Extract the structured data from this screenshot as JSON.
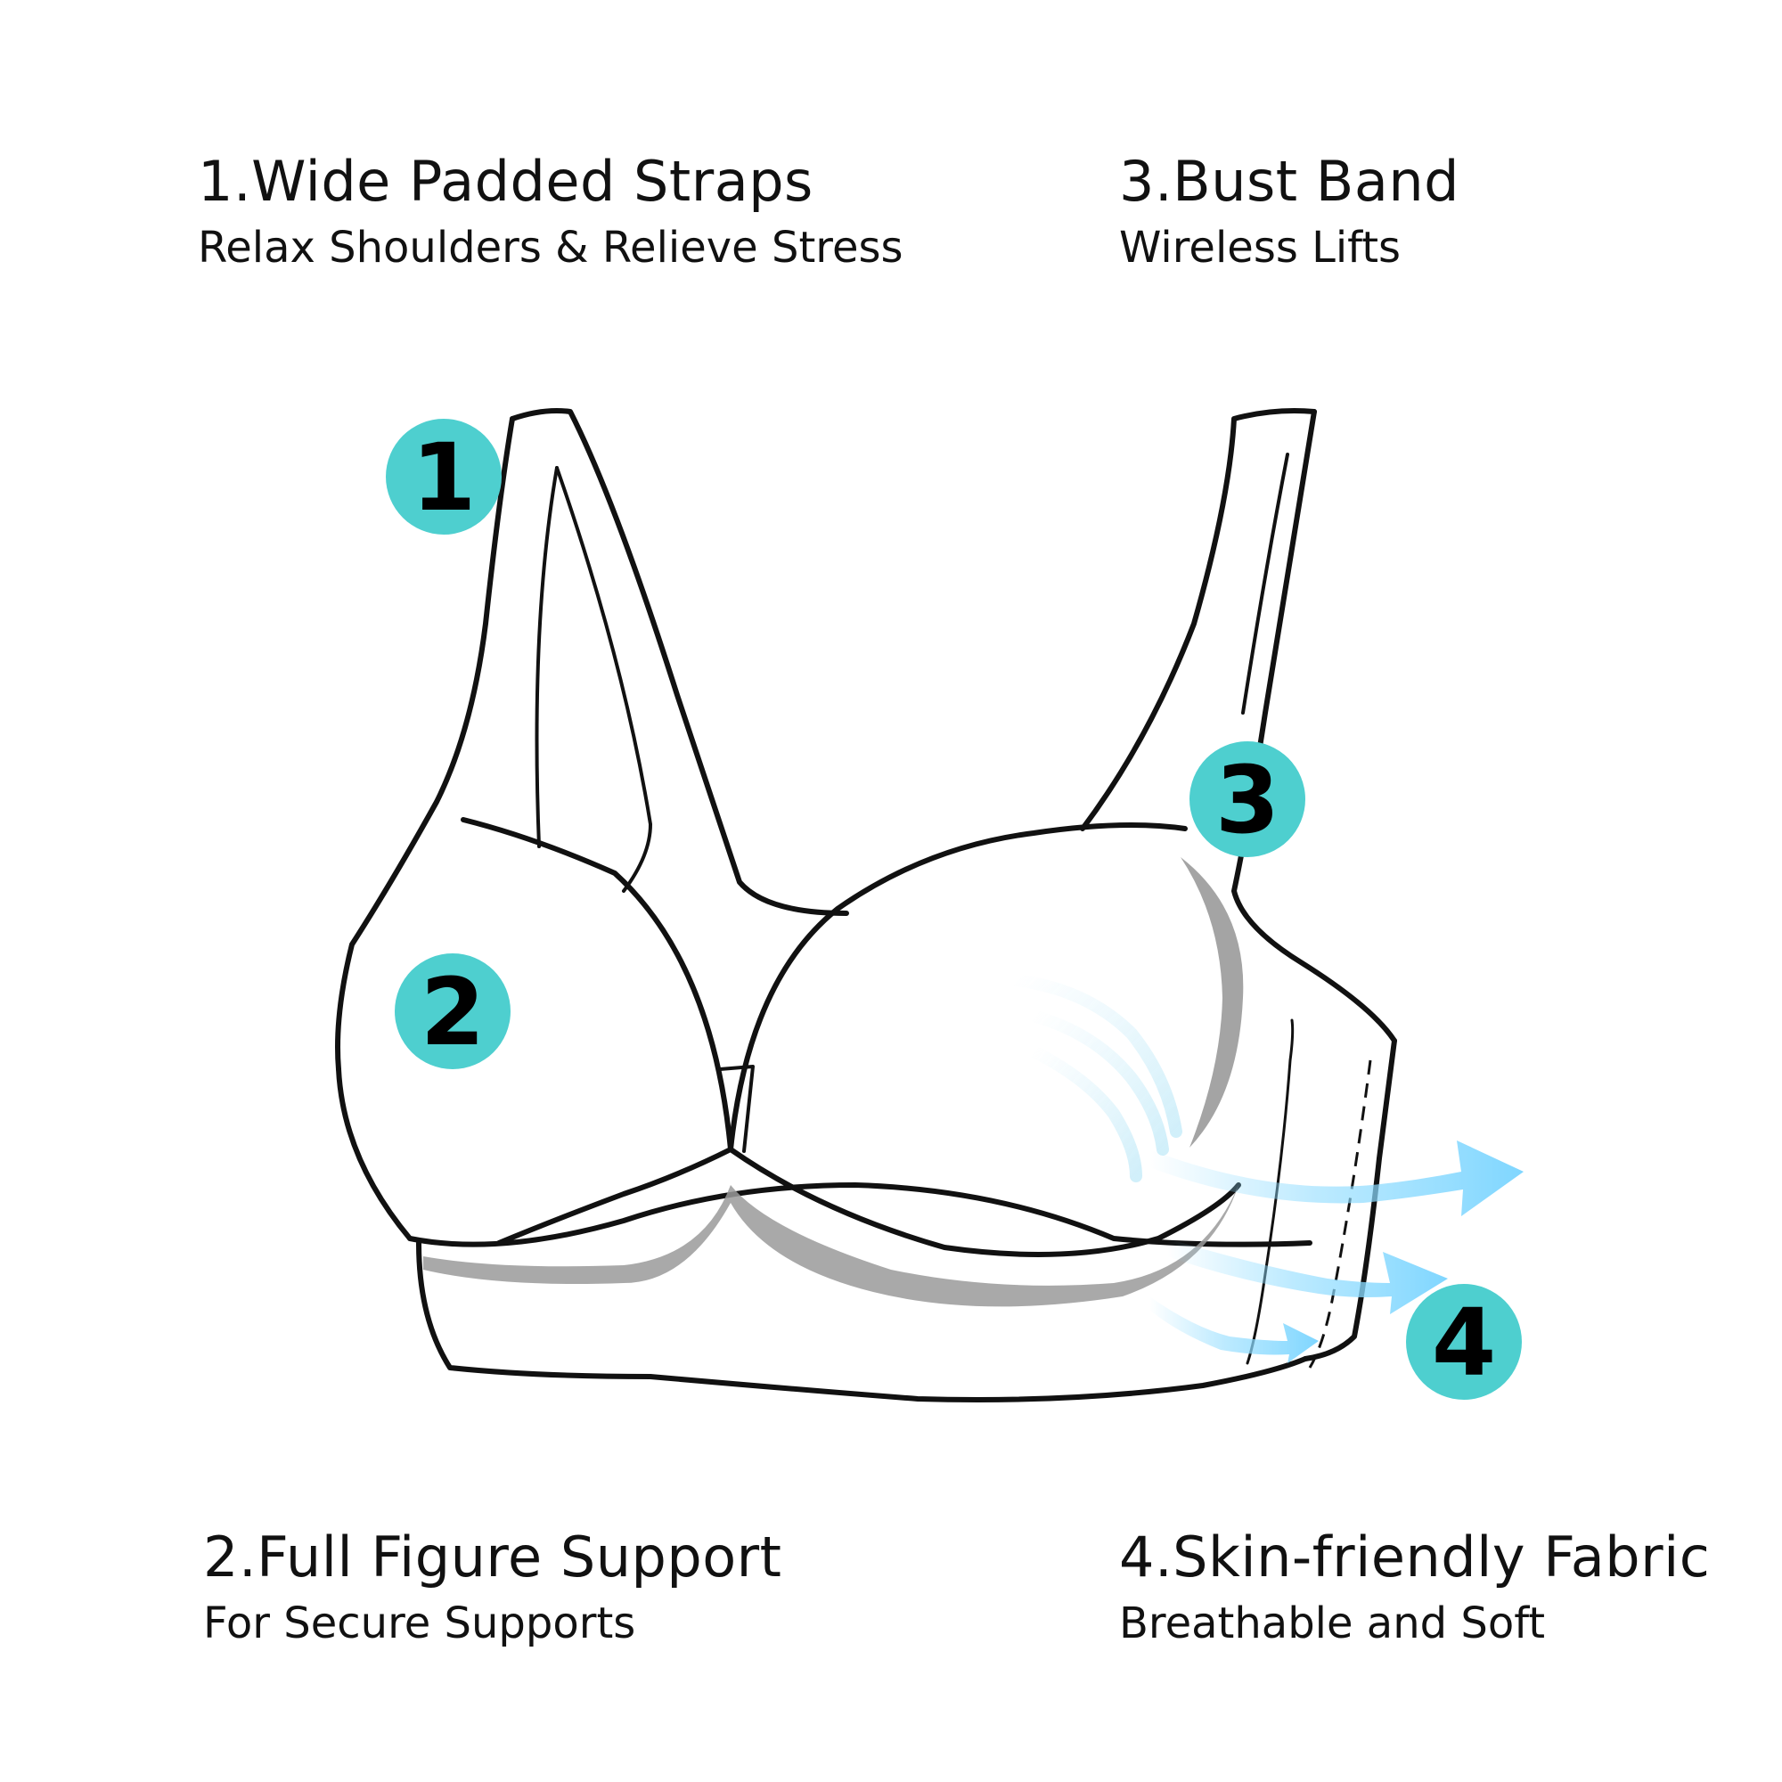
{
  "features": [
    {
      "title": "1.Wide Padded Straps",
      "subtitle": "Relax Shoulders & Relieve Stress"
    },
    {
      "title": "3.Bust Band",
      "subtitle": "Wireless Lifts"
    },
    {
      "title": "2.Full Figure Support",
      "subtitle": "For Secure Supports"
    },
    {
      "title": "4.Skin-friendly Fabric",
      "subtitle": "Breathable and Soft"
    }
  ],
  "badges": [
    "1",
    "2",
    "3",
    "4"
  ],
  "colors": {
    "badge": "#4ecfcf",
    "outline": "#111111",
    "band_shadow": "#9a9a9a",
    "airflow_arrow": "#8fdcff"
  },
  "icons": [
    "bra-illustration",
    "airflow-arrow"
  ]
}
